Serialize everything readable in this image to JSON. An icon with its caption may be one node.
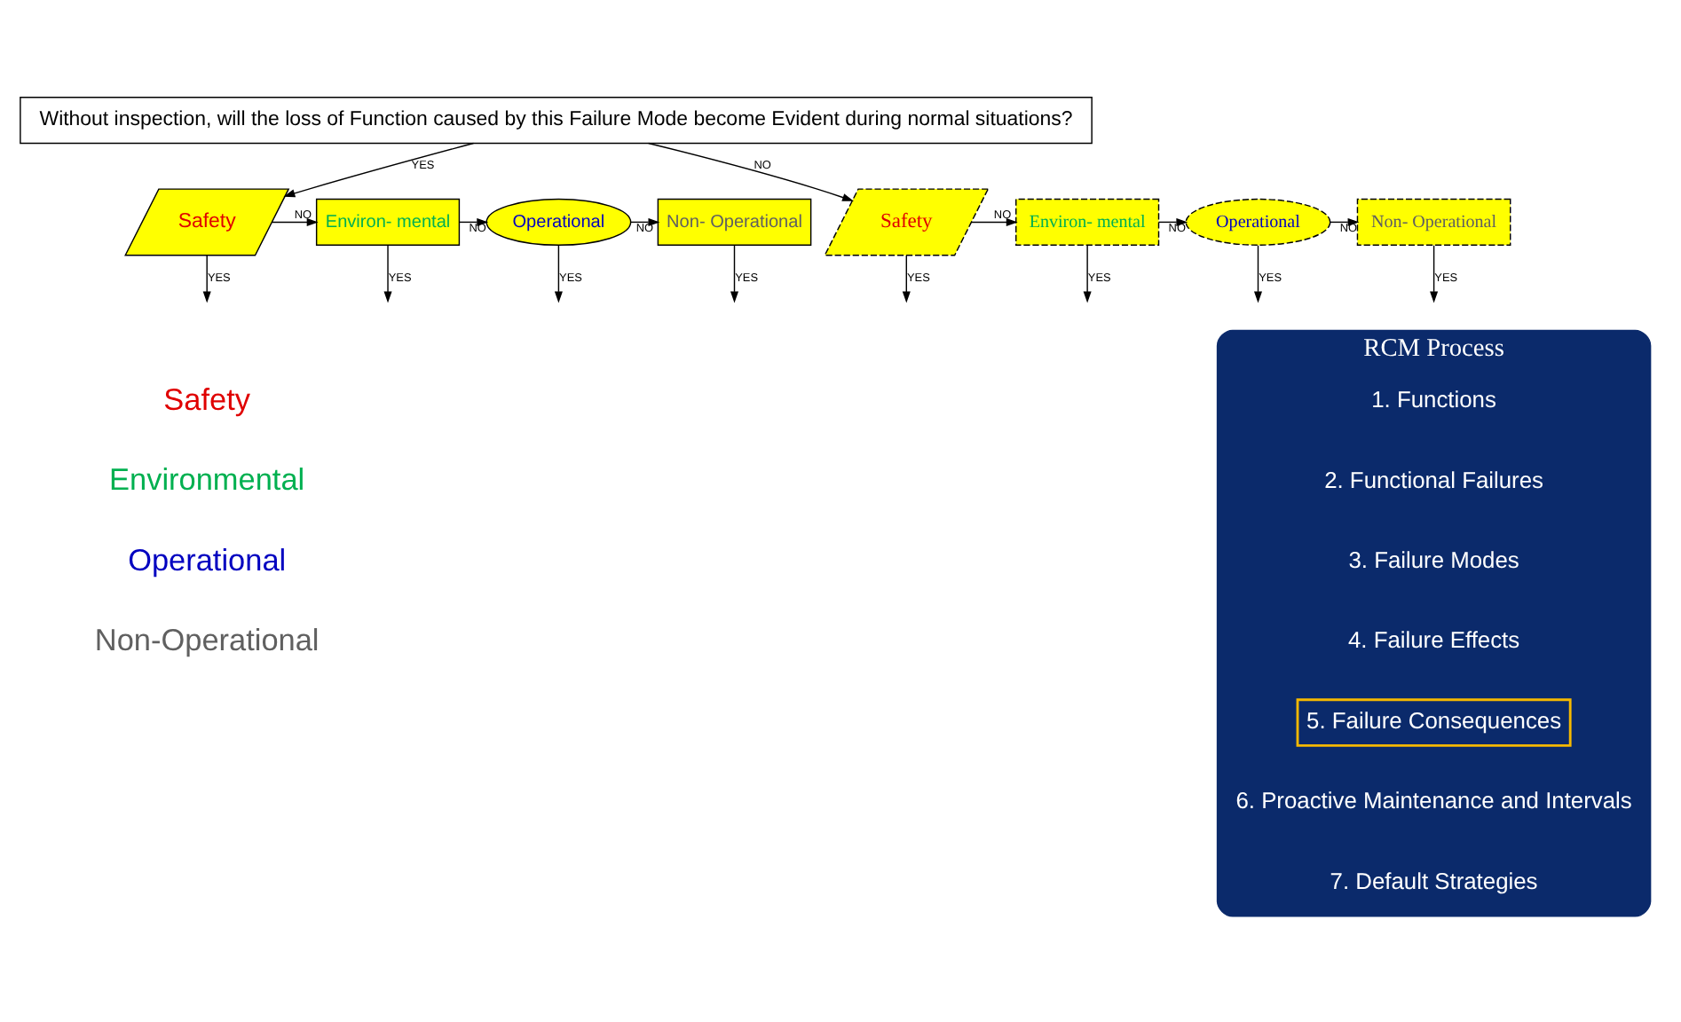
{
  "diagram": {
    "nodes": [
      {
        "text": [
          "Without inspection, will the loss of Function caused by this Failure Mode become Evident during normal situations?"
        ]
      },
      {
        "text": [
          "Safety"
        ]
      },
      {
        "text": [
          "Environ- mental"
        ]
      },
      {
        "text": [
          "Operational"
        ]
      },
      {
        "text": [
          "Non- Operational"
        ]
      },
      {
        "text": [
          "Safety"
        ]
      },
      {
        "text": [
          "Environ- mental"
        ]
      },
      {
        "text": [
          "Operational"
        ]
      },
      {
        "text": [
          "Non- Operational"
        ]
      },
      {
        "text": [
          "RCM Process"
        ]
      },
      {
        "text": [
          "5. Failure Consequences"
        ],
        "in": 9
      }
    ],
    "edges": [
      {
        "from": 0,
        "to": 1,
        "arrow": "to",
        "label": "YES"
      },
      {
        "from": 0,
        "to": 5,
        "arrow": "to",
        "label": "NO"
      },
      {
        "from": 1,
        "to": 2,
        "arrow": "to",
        "label": "NO"
      },
      {
        "from": 2,
        "to": 3,
        "arrow": "to",
        "label": "NO"
      },
      {
        "from": 3,
        "to": 4,
        "arrow": "to",
        "label": "NO"
      },
      {
        "from": 5,
        "to": 6,
        "arrow": "to",
        "label": "NO"
      },
      {
        "from": 6,
        "to": 7,
        "arrow": "to",
        "label": "NO"
      },
      {
        "from": 7,
        "to": 8,
        "arrow": "to",
        "label": "NO"
      },
      {
        "from": 1,
        "to": null,
        "arrow": "to",
        "label": "YES"
      },
      {
        "from": 2,
        "to": null,
        "arrow": "to",
        "label": "YES"
      },
      {
        "from": 3,
        "to": null,
        "arrow": "to",
        "label": "YES"
      },
      {
        "from": 4,
        "to": null,
        "arrow": "to",
        "label": "YES"
      },
      {
        "from": 5,
        "to": null,
        "arrow": "to",
        "label": "YES"
      },
      {
        "from": 6,
        "to": null,
        "arrow": "to",
        "label": "YES"
      },
      {
        "from": 7,
        "to": null,
        "arrow": "to",
        "label": "YES"
      },
      {
        "from": 8,
        "to": null,
        "arrow": "to",
        "label": "YES"
      }
    ],
    "labels": [
      "Safety",
      "Environmental",
      "Operational",
      "Non-Operational",
      "1. Functions",
      "2. Functional Failures",
      "3. Failure Modes",
      "4. Failure Effects",
      "6. Proactive Maintenance and Intervals",
      "7. Default Strategies"
    ]
  }
}
